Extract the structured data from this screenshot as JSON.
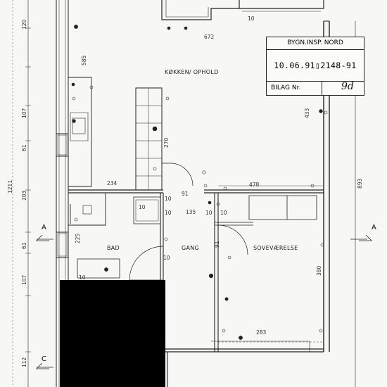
{
  "stamp": {
    "authority": "BYGN.INSP. NORD",
    "case_number": "10.06.91▯2148-91",
    "annex_label": "BILAG Nr.",
    "annex_value": "9d"
  },
  "rooms": {
    "kitchen_living": "KØKKEN/ OPHOLD",
    "bathroom": "BAD",
    "hallway": "GANG",
    "bedroom": "SOVEVÆRELSE"
  },
  "section_markers": {
    "left": "A",
    "right": "A",
    "bottom_left": "C"
  },
  "dimensions": {
    "top_672": "672",
    "left_585": "585",
    "left_107a": "107",
    "left_61a": "61",
    "left_120": "120",
    "left_203": "203",
    "left_61b": "61",
    "left_107b": "107",
    "left_112": "112",
    "overall_1211": "1211",
    "col_270": "270",
    "bath_234": "234",
    "hall_91": "91",
    "bed_478": "478",
    "right_433": "433",
    "right_893": "893",
    "v_10a": "10",
    "v_10b": "10",
    "v_10c": "10",
    "v_10d": "10",
    "v_10e": "10",
    "v_10f": "10",
    "hall_135": "135",
    "bath_225": "225",
    "hall_91b": "91",
    "bed_380": "380",
    "bed_283": "283",
    "top_10": "10",
    "bath_10b": "10"
  }
}
